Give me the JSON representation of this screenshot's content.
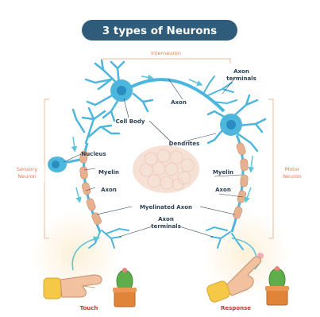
{
  "title": "3 types of Neurons",
  "brackets": {
    "top": "Interneuron",
    "left_line1": "Sensory",
    "left_line2": "Neuron",
    "right_line1": "Motor",
    "right_line2": "Neuron"
  },
  "labels": {
    "axon_terminals_top_1": "Axon",
    "axon_terminals_top_2": "terminals",
    "axon_top": "Axon",
    "cell_body": "Cell Body",
    "dendrites": "Dendrites",
    "nucleus": "Nucleus",
    "myelin_left": "Myelin",
    "axon_left": "Axon",
    "myelin_right": "Myelin",
    "axon_right": "Axon",
    "myelinated_axon": "Myelinated Axon",
    "axon_terminals_bottom_1": "Axon",
    "axon_terminals_bottom_2": "terminals",
    "touch": "Touch",
    "response": "Response"
  },
  "colors": {
    "title_bg": "#2e5c7a",
    "neuron_blue": "#4cb6dd",
    "neuron_dark": "#2a8cc0",
    "myelin": "#e7b08e",
    "bracket": "#f0b89a",
    "arrow": "#5ec4d6",
    "brain": "#f6e1d6"
  }
}
